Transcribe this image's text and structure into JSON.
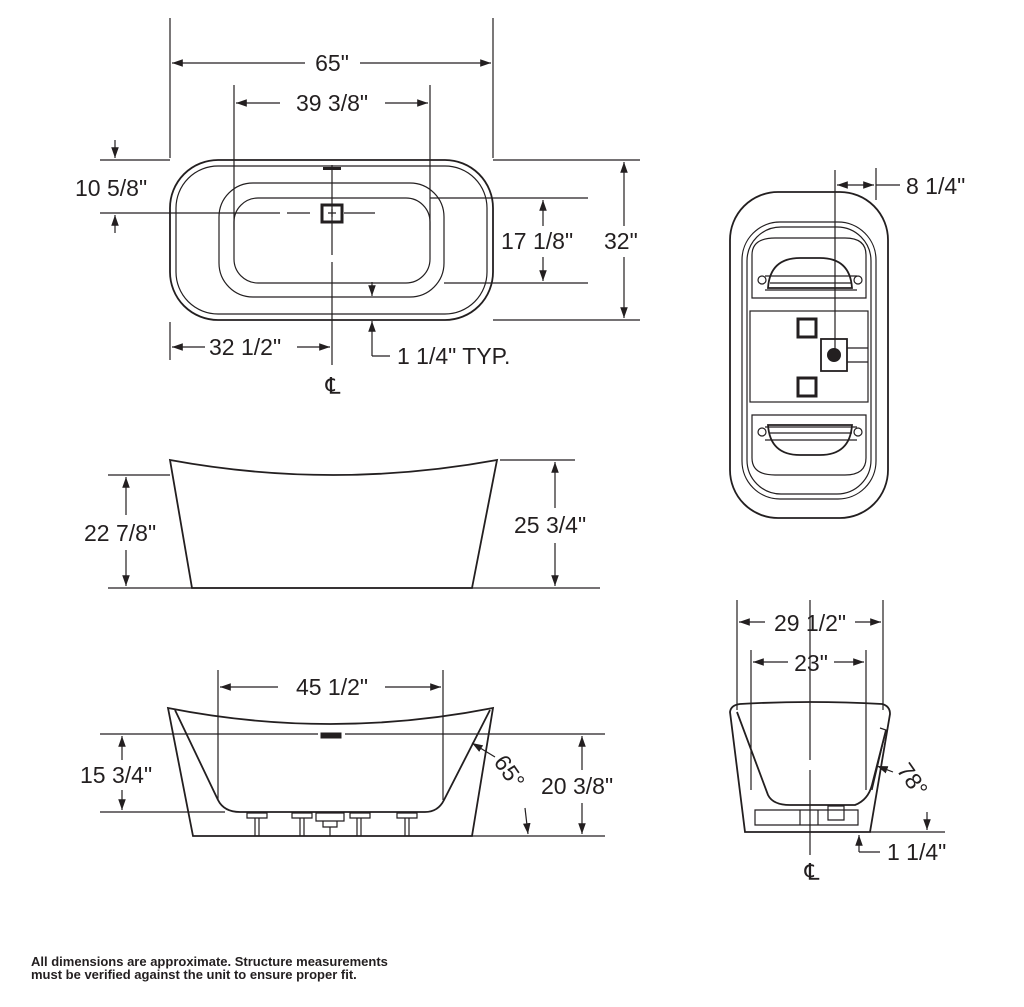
{
  "drawing": {
    "line_color": "#231f20",
    "top_view": {
      "overall_length": "65\"",
      "basin_length": "39 3/8\"",
      "drain_offset": "10 5/8\"",
      "basin_width": "17 1/8\"",
      "overall_width": "32\"",
      "center_to_end": "32 1/2\"",
      "rim_width": "1 1/4\" TYP.",
      "centerline": "℄"
    },
    "bottom_view": {
      "drain_offset": "8 1/4\""
    },
    "side_view": {
      "low_height": "22 7/8\"",
      "high_height": "25 3/4\""
    },
    "section_view": {
      "interior_bottom_length": "45 1/2\"",
      "interior_depth": "15 3/4\"",
      "overflow_height": "20 3/8\"",
      "backrest_angle": "65°"
    },
    "end_view": {
      "overall_width": "29 1/2\"",
      "interior_width": "23\"",
      "backrest_angle": "78°",
      "base_clearance": "1 1/4\"",
      "centerline": "℄"
    }
  },
  "footnote": {
    "line1": "All dimensions are approximate. Structure measurements",
    "line2": "must be verified against the unit to ensure proper fit."
  }
}
